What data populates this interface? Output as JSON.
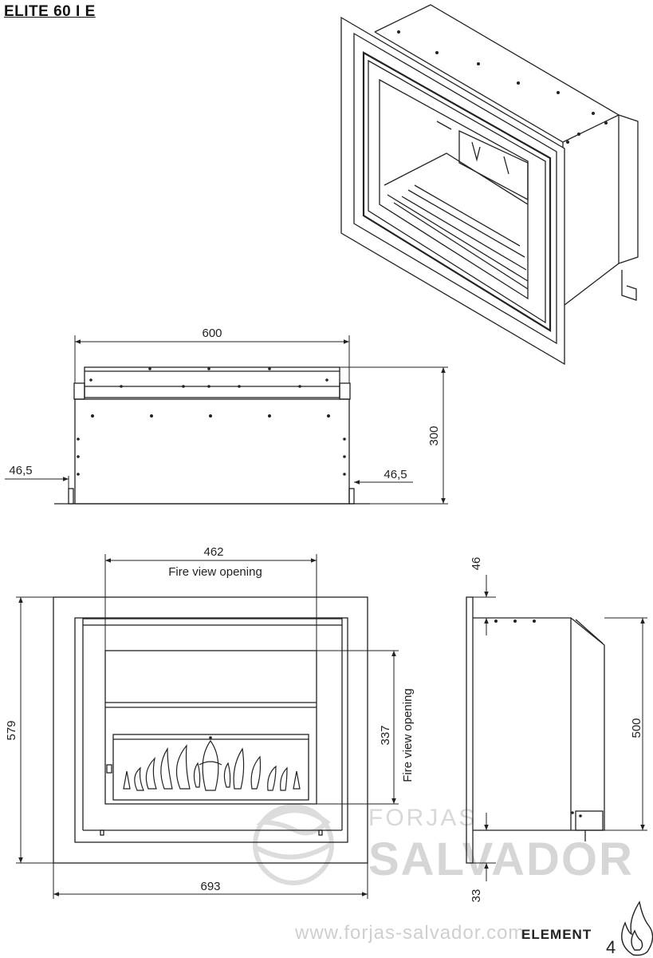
{
  "title": "ELITE 60 I E",
  "dimensions": {
    "top_width": "600",
    "top_height": "300",
    "left_offset": "46,5",
    "right_offset": "46,5",
    "opening_width": "462",
    "opening_width_label": "Fire view opening",
    "front_height": "579",
    "opening_height": "337",
    "opening_height_label": "Fire view opening",
    "front_width": "693",
    "side_top": "46",
    "side_height": "500",
    "side_bottom": "33"
  },
  "watermark": {
    "small": "FORJAS",
    "big": "SALVADOR",
    "url": "www.forjas-salvador.com"
  },
  "brand": {
    "name": "ELEMENT",
    "number": "4"
  }
}
